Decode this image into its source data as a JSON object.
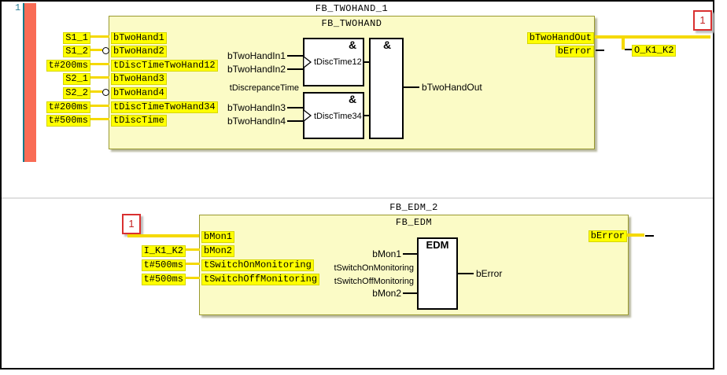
{
  "colors": {
    "highlight": "#FFFF00",
    "highlight_border": "#D6D600",
    "block_fill": "#FBFBC6",
    "block_border": "#99992E",
    "wire_yellow": "#F5D900",
    "mark_red": "#D93030",
    "gutter_red": "#F96C55",
    "gutter_teal": "#0D7A8B",
    "line_number_color": "#2A7E96"
  },
  "gutter": {
    "line_number": "1"
  },
  "network1": {
    "instance_name": "FB_TWOHAND_1",
    "type_name": "FB_TWOHAND",
    "connector_mark": "1",
    "inputs": [
      {
        "value": "S1_1",
        "pin": "bTwoHand1"
      },
      {
        "value": "S1_2",
        "pin": "bTwoHand2"
      },
      {
        "value": "t#200ms",
        "pin": "tDiscTimeTwoHand12"
      },
      {
        "value": "S2_1",
        "pin": "bTwoHand3"
      },
      {
        "value": "S2_2",
        "pin": "bTwoHand4"
      },
      {
        "value": "t#200ms",
        "pin": "tDiscTimeTwoHand34"
      },
      {
        "value": "t#500ms",
        "pin": "tDiscTime"
      }
    ],
    "outputs": [
      {
        "pin": "bTwoHandOut"
      },
      {
        "pin": "bError"
      }
    ],
    "output_var": "O_K1_K2",
    "inner": {
      "and_symbol": "&",
      "in1": "bTwoHandIn1",
      "in2": "bTwoHandIn2",
      "in3": "bTwoHandIn3",
      "in4": "bTwoHandIn4",
      "disc_label": "tDiscrepanceTime",
      "t12": "tDiscTime12",
      "t34": "tDiscTime34",
      "out": "bTwoHandOut"
    }
  },
  "network2": {
    "instance_name": "FB_EDM_2",
    "type_name": "FB_EDM",
    "connector_mark": "1",
    "inputs": [
      {
        "value": "",
        "pin": "bMon1"
      },
      {
        "value": "I_K1_K2",
        "pin": "bMon2"
      },
      {
        "value": "t#500ms",
        "pin": "tSwitchOnMonitoring"
      },
      {
        "value": "t#500ms",
        "pin": "tSwitchOffMonitoring"
      }
    ],
    "outputs": [
      {
        "pin": "bError"
      }
    ],
    "inner": {
      "title": "EDM",
      "in1": "bMon1",
      "on": "tSwitchOnMonitoring",
      "off": "tSwitchOffMonitoring",
      "in2": "bMon2",
      "out": "bError"
    }
  }
}
